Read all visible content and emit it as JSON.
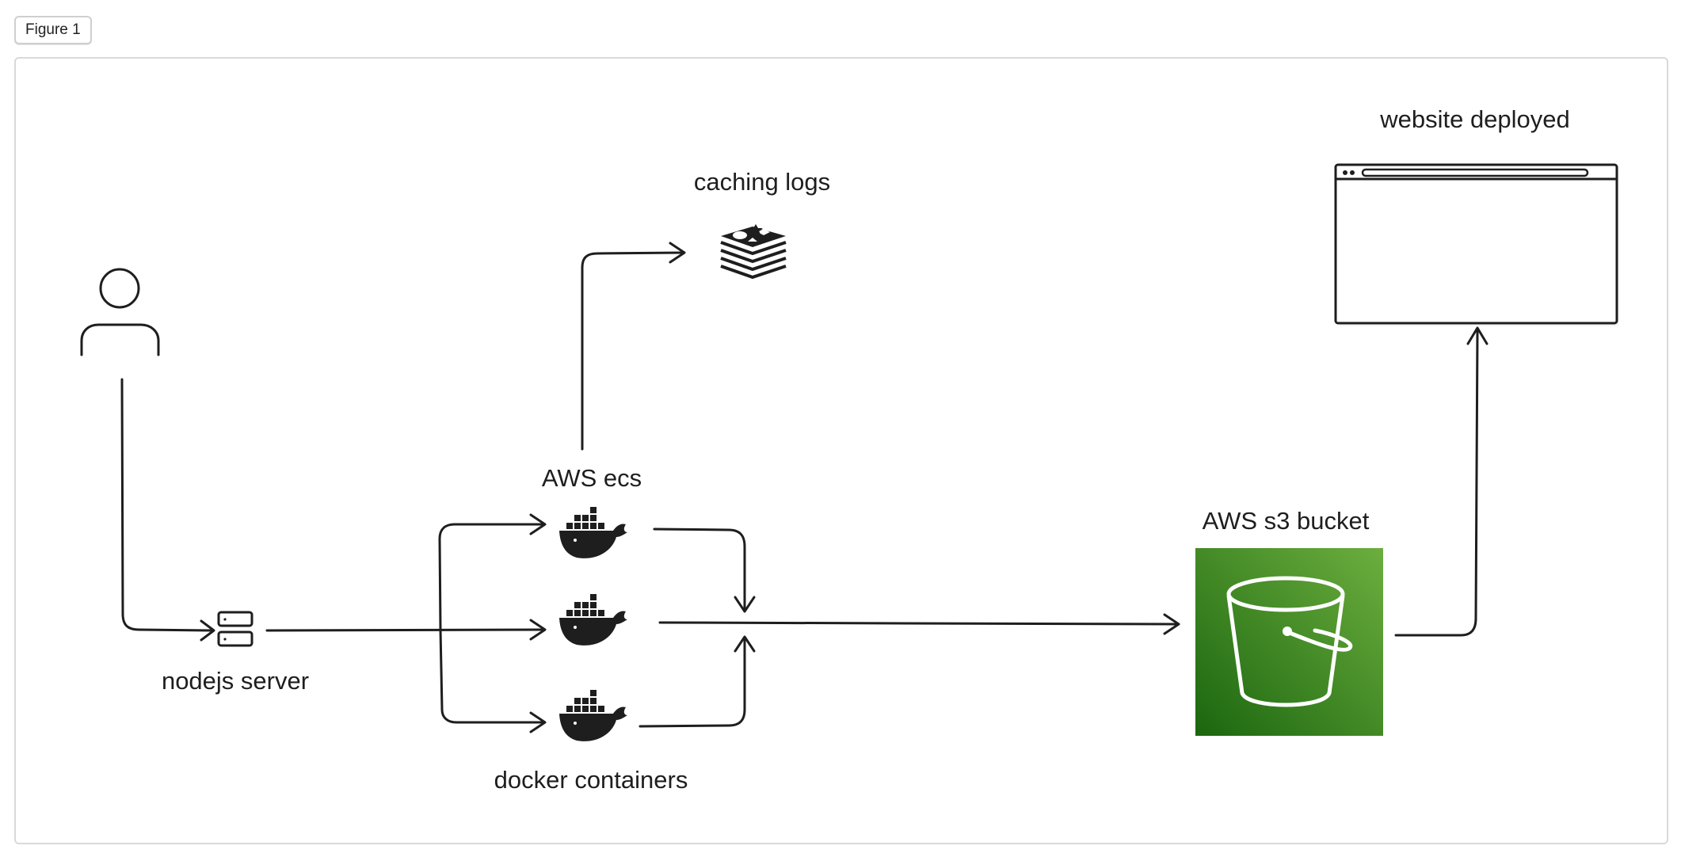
{
  "figure": {
    "tab_label": "Figure 1"
  },
  "diagram": {
    "nodes": {
      "user": {
        "label": "",
        "icon": "user-icon"
      },
      "nodejs_server": {
        "label": "nodejs server",
        "icon": "server-icon"
      },
      "aws_ecs": {
        "label": "AWS ecs"
      },
      "docker_containers": {
        "label": "docker containers",
        "icon": "docker-whale-icon"
      },
      "caching_logs": {
        "label": "caching logs",
        "icon": "redis-icon"
      },
      "aws_s3_bucket": {
        "label": "AWS s3 bucket",
        "icon": "s3-bucket-icon"
      },
      "website_deployed": {
        "label": "website deployed",
        "icon": "browser-window-icon"
      }
    },
    "edges": [
      {
        "from": "user",
        "to": "nodejs_server"
      },
      {
        "from": "nodejs_server",
        "to": "docker_container_1"
      },
      {
        "from": "nodejs_server",
        "to": "docker_container_2"
      },
      {
        "from": "nodejs_server",
        "to": "docker_container_3"
      },
      {
        "from": "aws_ecs",
        "to": "caching_logs"
      },
      {
        "from": "docker_container_1",
        "to": "merge"
      },
      {
        "from": "docker_container_3",
        "to": "merge"
      },
      {
        "from": "docker_container_2",
        "to": "aws_s3_bucket"
      },
      {
        "from": "aws_s3_bucket",
        "to": "website_deployed"
      }
    ],
    "colors": {
      "stroke": "#1e1e1e",
      "s3_gradient_dark": "#1b660f",
      "s3_gradient_light": "#6cae3e"
    }
  }
}
